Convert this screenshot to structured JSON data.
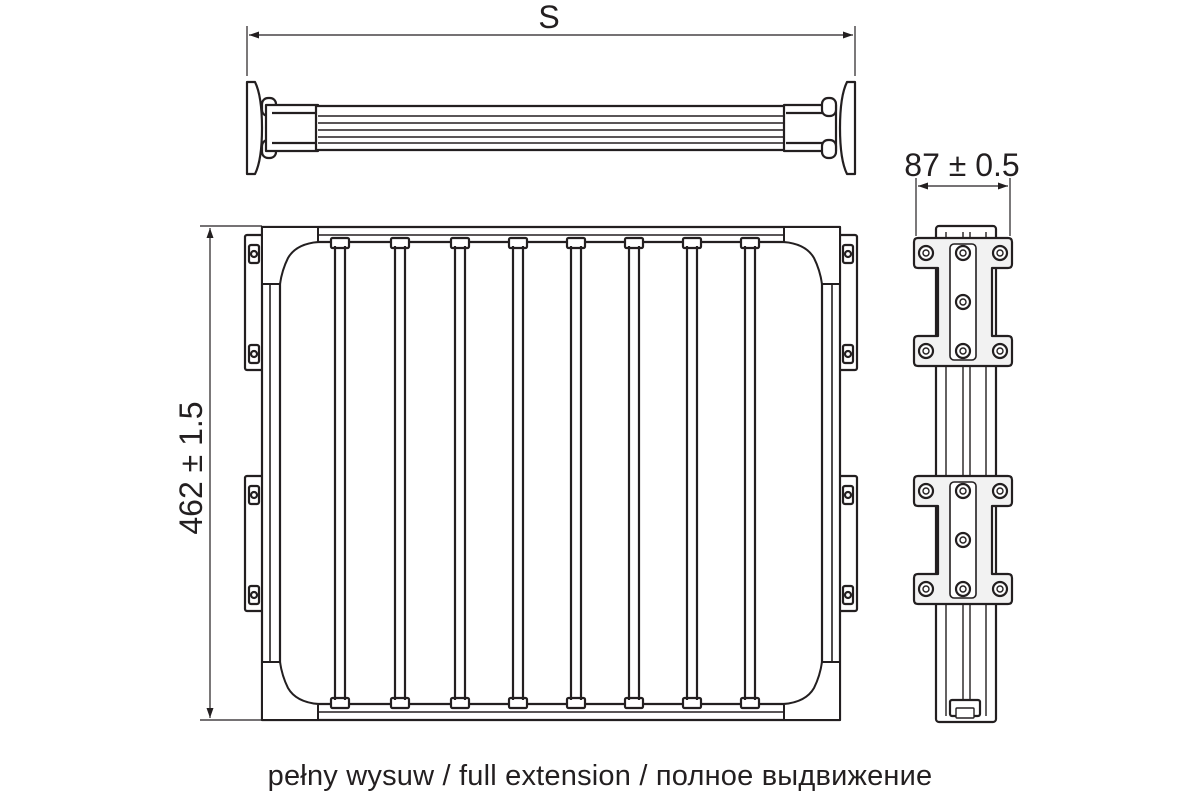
{
  "dimensions": {
    "width_label": "S",
    "depth_label": "462 ± 1.5",
    "rail_width_label": "87 ± 0.5"
  },
  "caption": "pełny wysuw / full extension / полное выдвижение",
  "colors": {
    "line": "#231f20",
    "fill_light": "#f2f2f2",
    "fill_mid": "#d9d9d9",
    "background": "#ffffff"
  }
}
